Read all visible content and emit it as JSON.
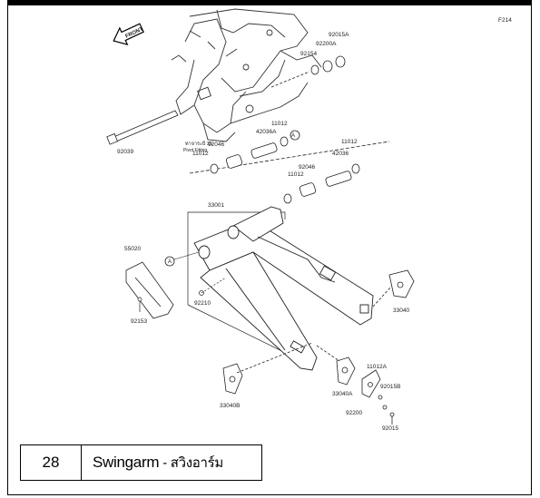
{
  "figure": {
    "number": "28",
    "title_en": "Swingarm",
    "title_th": "- สวิงอาร์ม",
    "code": "F214"
  },
  "front_marker": "FRONT",
  "parts": {
    "p_92154a": "92154",
    "p_92200a": "92200A",
    "p_92015a": "92015A",
    "p_92039": "92039",
    "p_bracket": "ทาจาระบี 25",
    "p_bracket2": "Pivot Fitting",
    "p_11012a": "11012",
    "p_42036a": "42036A",
    "p_92046a": "92046",
    "p_11012b": "11012",
    "p_42036b": "42036",
    "p_11012c": "11012",
    "p_92046b": "92046",
    "p_11012d": "11012",
    "p_33001": "33001",
    "p_55020": "55020",
    "p_92210": "92210",
    "p_92153": "92153",
    "p_33040": "33040",
    "p_33040b": "33040B",
    "p_33040a": "33040A",
    "p_11012e": "11012A",
    "p_92015b": "92015B",
    "p_92200b": "92200",
    "p_92015c": "92015"
  },
  "callout": "A"
}
